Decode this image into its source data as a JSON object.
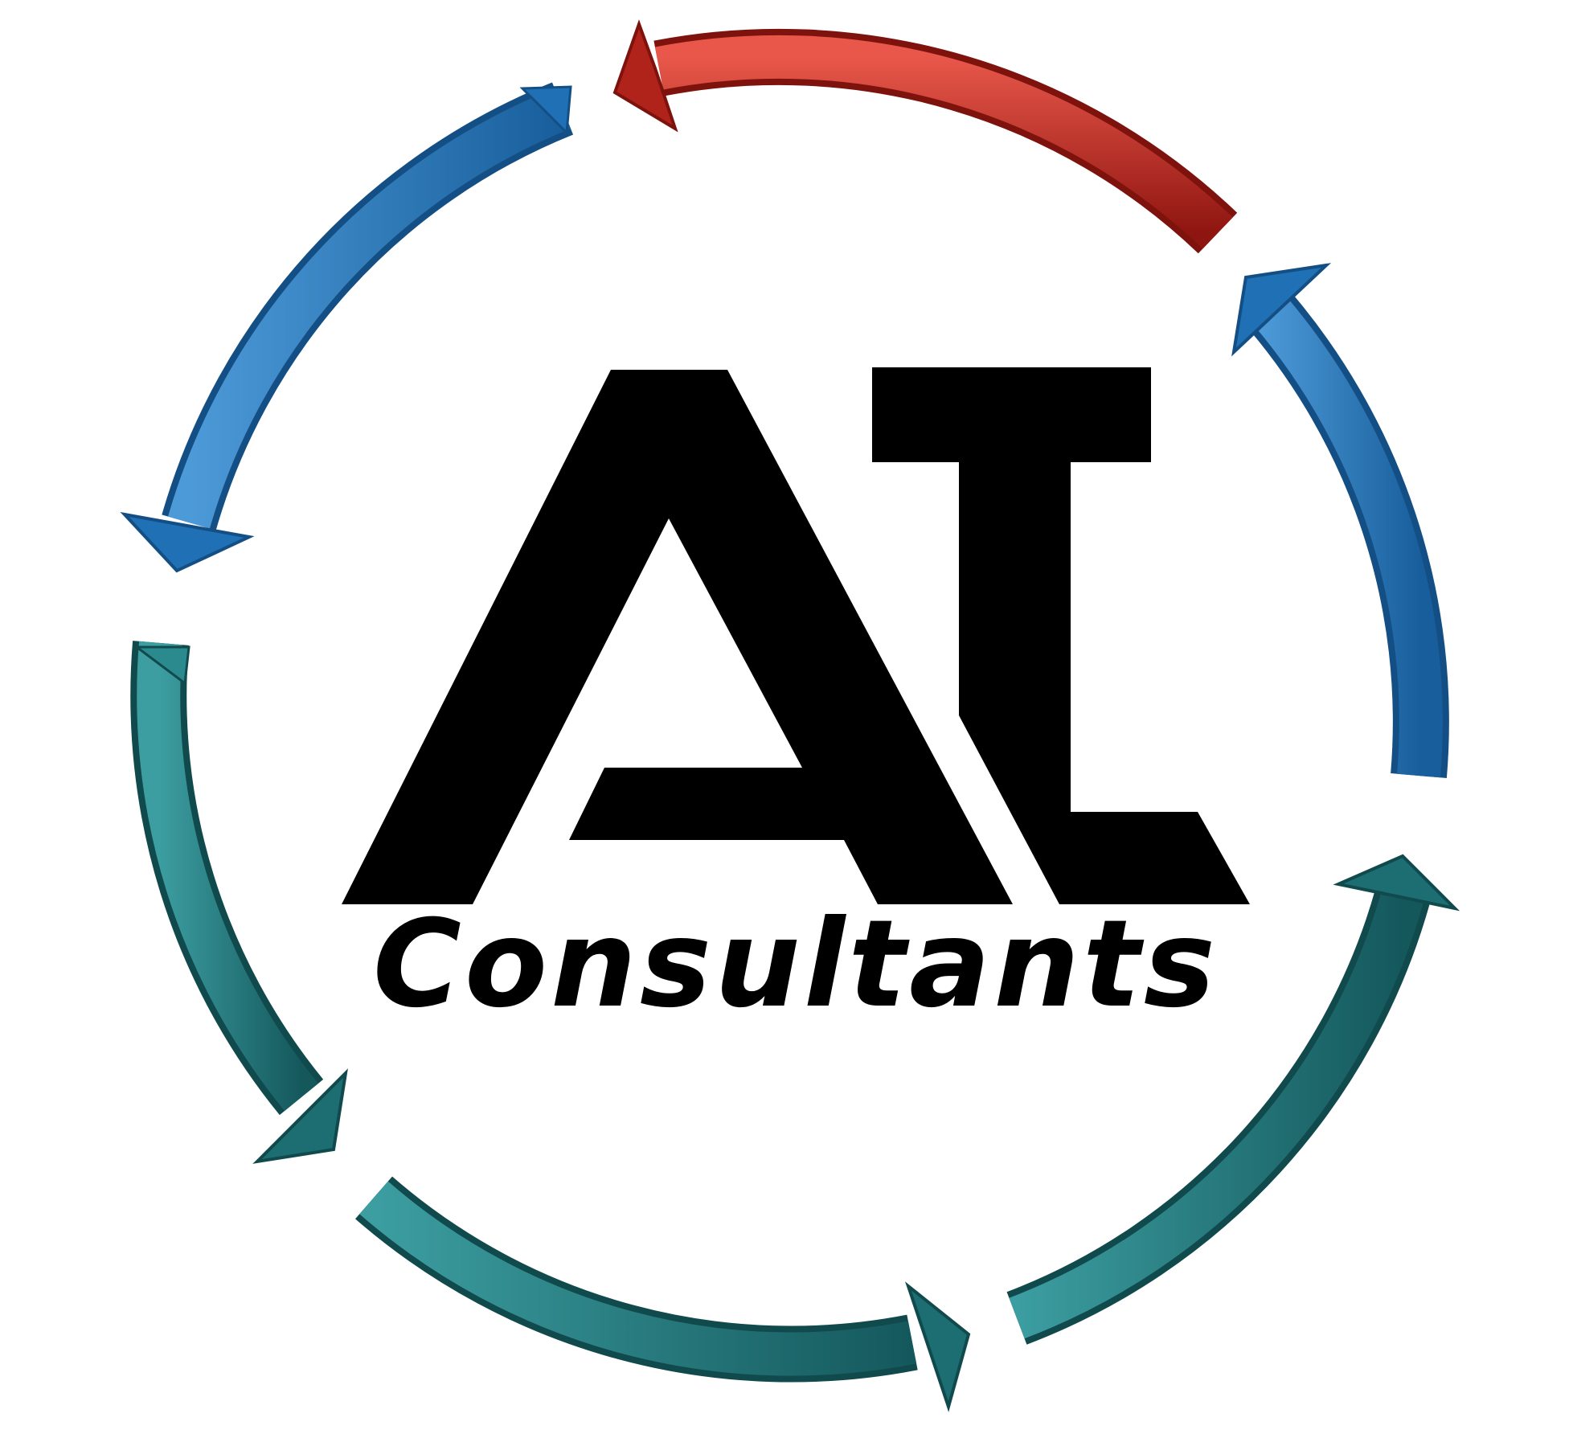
{
  "logo": {
    "monogram": "AI",
    "wordmark": "Consultants"
  },
  "cycle": {
    "arrows": [
      {
        "name": "red-arrow",
        "color": "#b0231b",
        "highlight": "#e04a3c"
      },
      {
        "name": "blue-arrow-left",
        "color": "#2070b5",
        "highlight": "#5aa6e3"
      },
      {
        "name": "blue-arrow-right",
        "color": "#2070b5",
        "highlight": "#5aa6e3"
      },
      {
        "name": "teal-arrow-left",
        "color": "#1d6e72",
        "highlight": "#3fa0a3"
      },
      {
        "name": "teal-arrow-bottom",
        "color": "#1d6e72",
        "highlight": "#3fa0a3"
      },
      {
        "name": "teal-arrow-right",
        "color": "#1d6e72",
        "highlight": "#3fa0a3"
      }
    ],
    "icon": "circular-cycle-arrows-icon"
  },
  "colors": {
    "text": "#000000",
    "background": "#ffffff"
  }
}
